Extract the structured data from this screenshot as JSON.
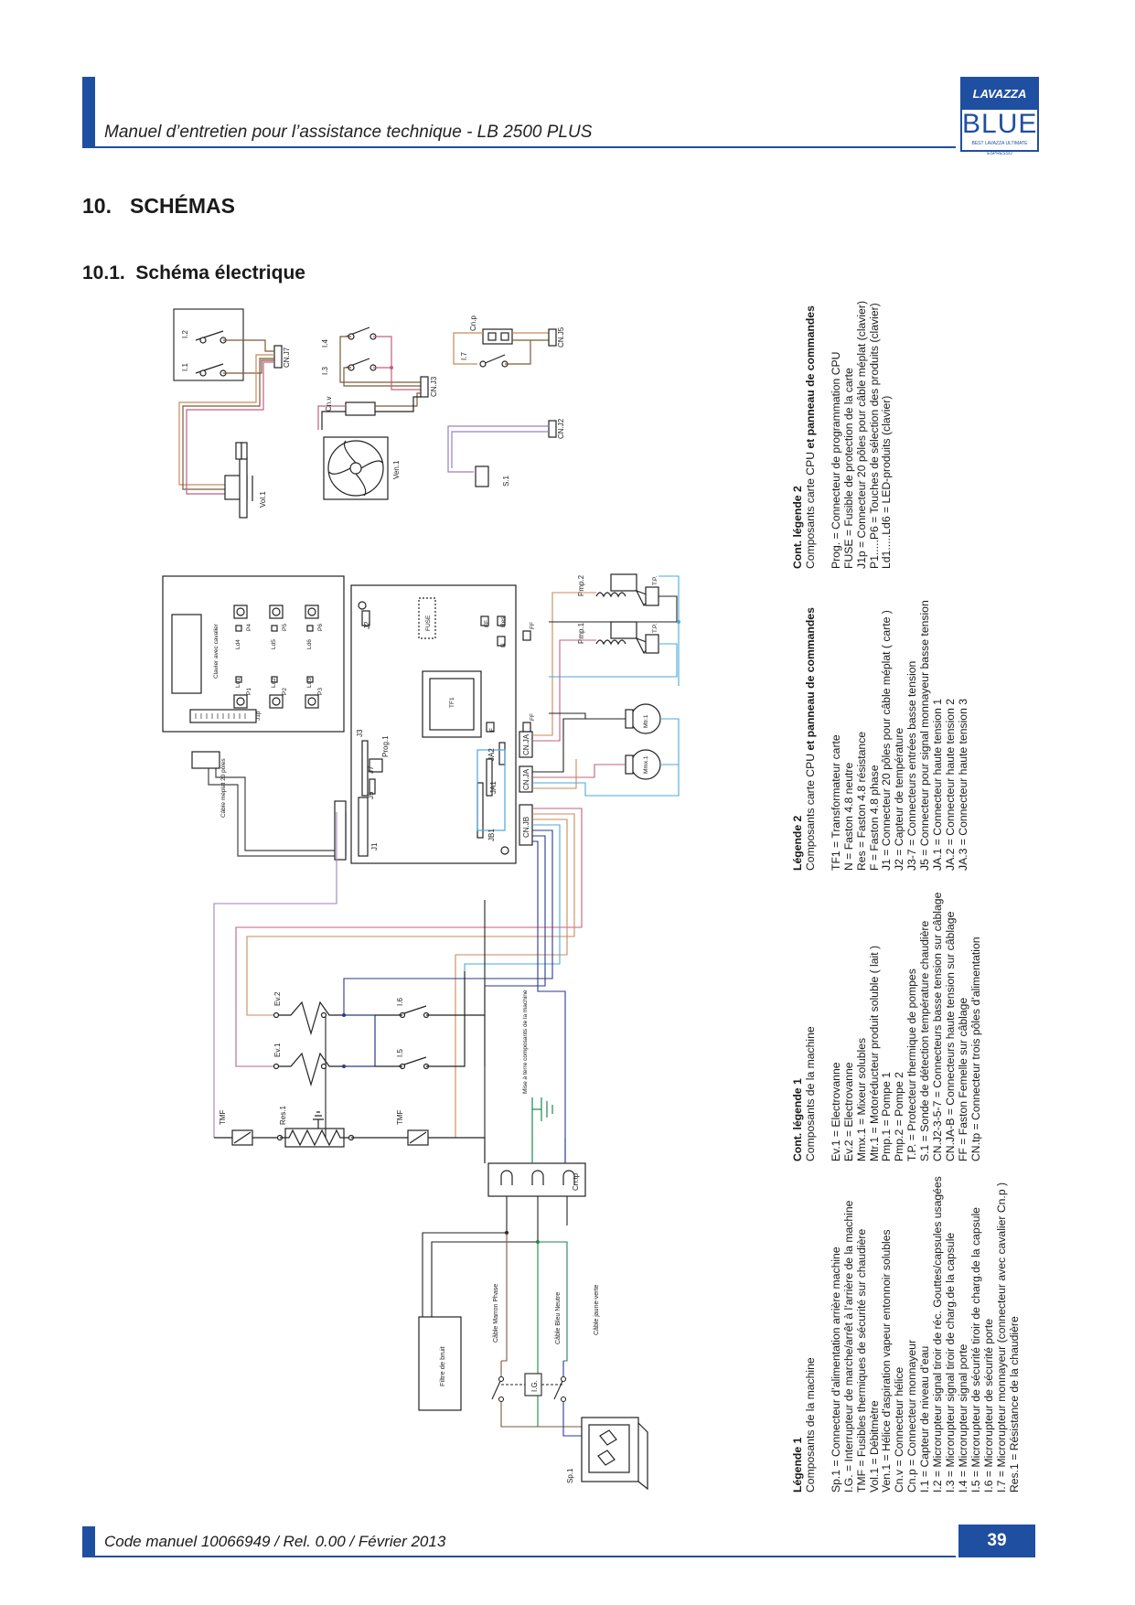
{
  "header": {
    "title": "Manuel d’entretien pour l’assistance technique - LB 2500 PLUS",
    "logo": {
      "top": "LAVAZZA",
      "mid": "BLUE",
      "bottom": "BEST LAVAZZA ULTIMATE ESPRESSO"
    }
  },
  "section": {
    "number": "10.",
    "title": "SCHÉMAS"
  },
  "subsection": {
    "number": "10.1.",
    "title": "Schéma électrique"
  },
  "footer": {
    "code": "Code manuel 10066949 / Rel. 0.00 / Février 2013",
    "page": "39"
  },
  "diagram": {
    "labels": {
      "i2": "I.2",
      "i1": "I.1",
      "cnj7": "CN.J7",
      "vol1": "Vol.1",
      "i4": "I.4",
      "i3": "I.3",
      "cnv": "Cn.v",
      "cnj3": "CN.J3",
      "ven1": "Ven.1",
      "cnp": "Cn.p",
      "i7": "I.7",
      "cnj5": "CN.J5",
      "cnj2": "CN.J2",
      "s1": "S.1",
      "clavier": "Clavier avec cavalier",
      "ld1": "Ld1",
      "ld2": "Ld2",
      "ld3": "Ld3",
      "ld4": "Ld4",
      "ld5": "Ld5",
      "ld6": "Ld6",
      "p1": "P1",
      "p2": "P2",
      "p3": "P3",
      "p4": "P4",
      "p5": "P5",
      "p6": "P6",
      "j1p": "J1p",
      "cable_meplat": "Câble méplat 20 pôles",
      "j2": "J2",
      "fuse": "FUSE",
      "tf1": "TF1",
      "ff": "FF",
      "res": "Res",
      "n": "N",
      "f": "F",
      "j3": "J3",
      "j5": "J5",
      "j7": "J7",
      "prog1": "Prog.1",
      "j1": "J1",
      "jb1": "JB1",
      "ja1": "JA1",
      "ja2": "JA2",
      "cnjb": "CN.JB",
      "cnja_a": "CN.JA",
      "cnja_b": "CN.JA",
      "pmp2": "Pmp.2",
      "pmp1": "Pmp.1",
      "tp": "T.P.",
      "mtr1": "Mtr.1",
      "mmx1": "Mmx.1",
      "ev2": "Ev.2",
      "ev1": "Ev.1",
      "i6": "I.6",
      "i5": "I.5",
      "tmf": "TMF",
      "res1": "Res.1",
      "mise_terre": "Mise à terre composants de la machine",
      "cntp": "Cn.tp",
      "filtre": "Filtre de bruit",
      "cable_marron": "Câble Marron Phase",
      "cable_bleu": "Câble Bleu Neutre",
      "cable_jv": "Câble jaune-verte",
      "ig": "I.G.",
      "sp1": "Sp.1"
    }
  },
  "legends": {
    "leg1": {
      "title": "Légende 1",
      "subtitle": "Composants de la machine",
      "items": [
        "Sp.1 = Connecteur d’alimentation arrière machine",
        "I.G. = Interrupteur de marche/arrêt à l’arrière de la machine",
        "TMF = Fusibles thermiques de sécurité sur chaudière",
        "Vol.1 = Débitmètre",
        "Ven.1 = Hélice d’aspiration vapeur entonnoir solubles",
        "Cn.v = Connecteur hélice",
        "Cn.p = Connecteur monnayeur",
        "I.1 = Capteur de niveau d’eau",
        "I.2 = Microrupteur signal tiroir de réc. Gouttes/capsules usagées",
        "I.3 = Microrupteur signal tiroir de charg.de la capsule",
        "I.4 = Microrupteur signal porte",
        "I.5 = Microrupteur de sécurité tiroir de charg.de la capsule",
        "I.6 = Microrupteur de sécurité porte",
        "I.7 = Microrupteur monnayeur (connecteur avec cavalier Cn.p )",
        "Res.1 = Résistance de la chaudière"
      ]
    },
    "leg1b": {
      "title": "Cont. légende 1",
      "subtitle": "Composants de la machine",
      "items": [
        "Ev.1 = Electrovanne",
        "Ev.2 = Electrovanne",
        "Mmx.1 = Mixeur solubles",
        "Mtr.1 = Motoréducteur produit soluble ( lait )",
        "Pmp.1 = Pompe 1",
        "Pmp.2 = Pompe 2",
        "T.P. = Protecteur thermique de pompes",
        "S.1 = Sonde de détection température chaudière",
        "CN.J2-3-5-7 = Connecteurs basse tension sur câblage",
        "CN.JA-B = Connecteurs haute tension sur câblage",
        "FF = Faston Femelle sur câblage",
        "CN.tp = Connecteur trois pôles d’alimentation"
      ]
    },
    "leg2": {
      "title": "Légende 2",
      "subtitle_a": "Composants carte CPU ",
      "subtitle_b": "et panneau de commandes",
      "items": [
        "TF1 = Transformateur carte",
        "N = Faston 4.8 neutre",
        "Res = Faston 4.8 résistance",
        "F = Faston 4.8 phase",
        "J1 = Connecteur 20 pôles pour câble méplat ( carte )",
        "J2 = Capteur de température",
        "J3-7 = Connecteurs entrées basse tension",
        "J5 = Connecteur pour signal monnayeur basse tension",
        "JA.1 = Connecteur haute tension 1",
        "JA.2 = Connecteur haute tension 2",
        "JA.3 = Connecteur haute tension 3"
      ]
    },
    "leg2b": {
      "title": "Cont. légende 2",
      "subtitle_a": "Composants carte CPU ",
      "subtitle_b": "et panneau de commandes",
      "items": [
        "Prog. = Connecteur de programmation CPU",
        "FUSE = Fusible de protection de la carte",
        "J1p = Connecteur 20 pôles pour câble méplat (clavier)",
        "P1.....P6 = Touches de sélection des produits (clavier)",
        "Ld1.....Ld6 = LED-produits (clavier)"
      ]
    }
  }
}
